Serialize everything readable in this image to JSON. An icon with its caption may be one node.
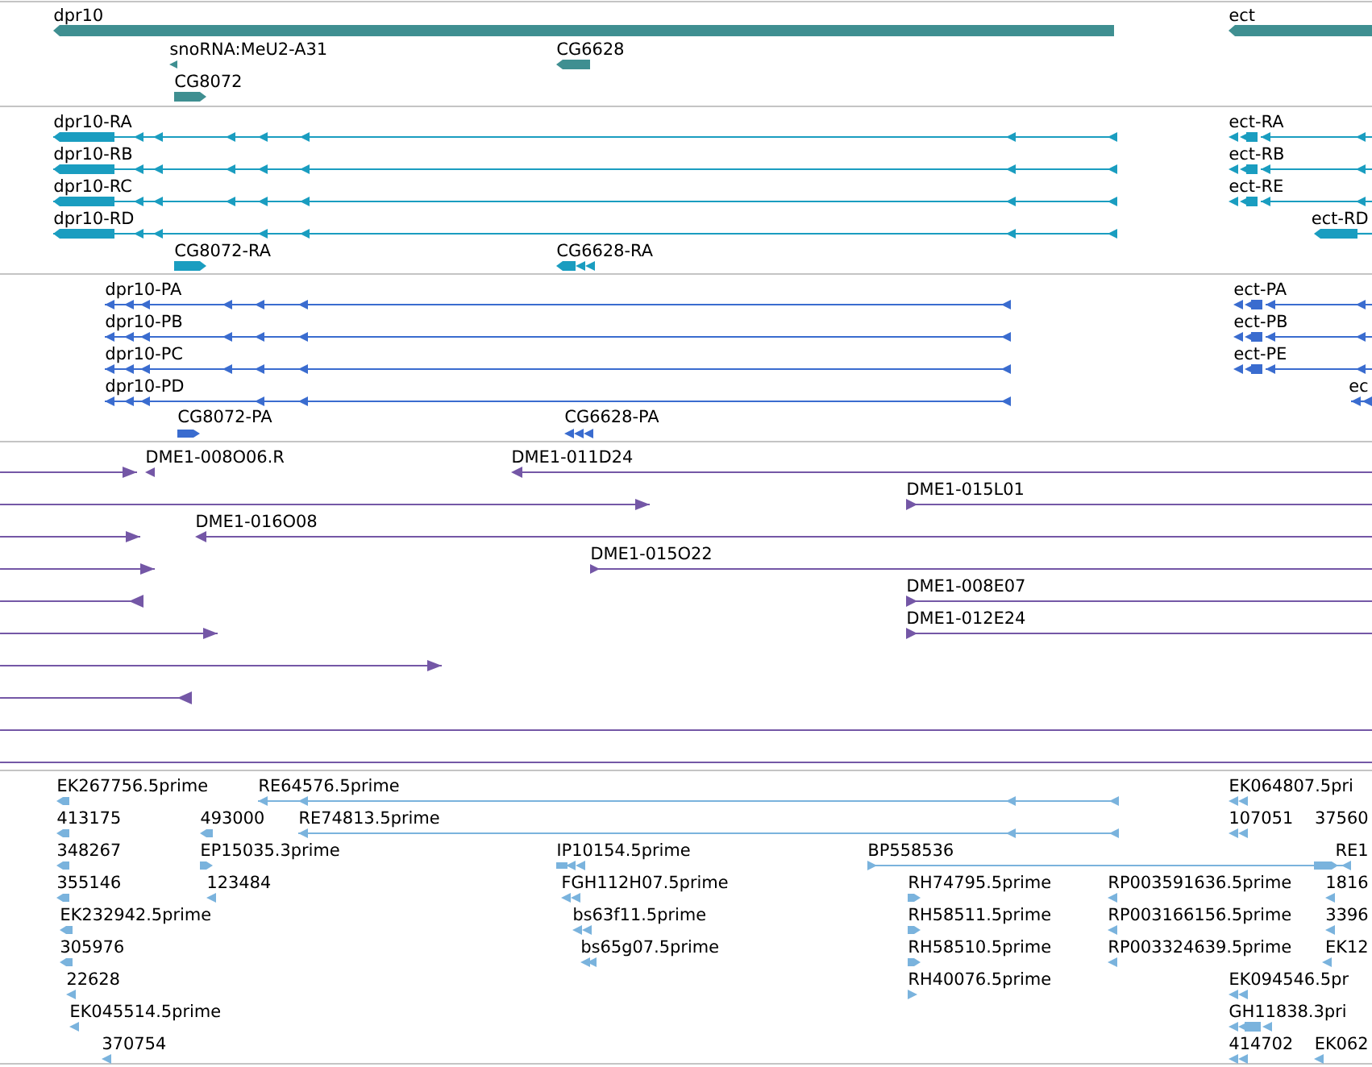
{
  "diagram": {
    "labels": [
      "dpr10",
      "ect",
      "snoRNA:MeU2-A31",
      "CG6628",
      "CG8072",
      "dpr10-RA",
      "ect-RA",
      "dpr10-RB",
      "ect-RB",
      "dpr10-RC",
      "ect-RE",
      "dpr10-RD",
      "ect-RD",
      "CG8072-RA",
      "CG6628-RA",
      "dpr10-PA",
      "ect-PA",
      "dpr10-PB",
      "ect-PB",
      "dpr10-PC",
      "ect-PE",
      "dpr10-PD",
      "ec",
      "CG8072-PA",
      "CG6628-PA",
      "DME1-008O06.R",
      "DME1-011D24",
      "DME1-015L01",
      "DME1-016O08",
      "DME1-015O22",
      "DME1-008E07",
      "DME1-012E24",
      "EK267756.5prime",
      "RE64576.5prime",
      "EK064807.5pri",
      "413175",
      "493000",
      "RE74813.5prime",
      "107051",
      "37560",
      "348267",
      "EP15035.3prime",
      "IP10154.5prime",
      "BP558536",
      "RE1",
      "355146",
      "123484",
      "FGH112H07.5prime",
      "RH74795.5prime",
      "RP003591636.5prime",
      "1816",
      "EK232942.5prime",
      "bs63f11.5prime",
      "RH58511.5prime",
      "RP003166156.5prime",
      "3396",
      "305976",
      "bs65g07.5prime",
      "RH58510.5prime",
      "RP003324639.5prime",
      "EK12",
      "22628",
      "RH40076.5prime",
      "EK094546.5pr",
      "EK045514.5prime",
      "GH11838.3pri",
      "370754",
      "414702",
      "EK062"
    ]
  }
}
